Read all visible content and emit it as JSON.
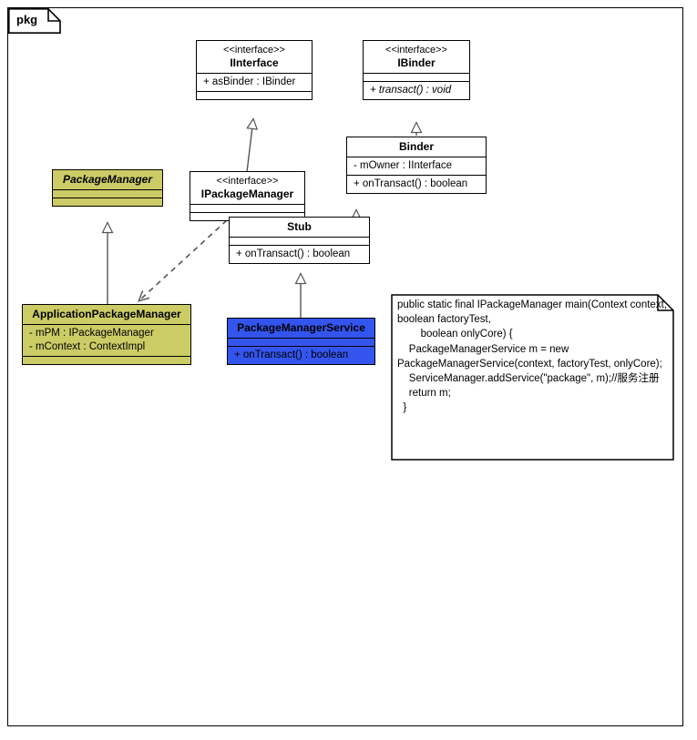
{
  "frame": {
    "label": "pkg"
  },
  "classes": [
    {
      "id": "iinterface",
      "name": "IInterface",
      "stereotype": "<<interface>>",
      "fill": "white",
      "members": [
        "+ asBinder : IBinder"
      ],
      "empty_compartments": 1
    },
    {
      "id": "ibinder",
      "name": "IBinder",
      "stereotype": "<<interface>>",
      "fill": "white",
      "members": [
        "+ transact() : void"
      ],
      "members_italic": true,
      "empty_compartments": 1
    },
    {
      "id": "binder",
      "name": "Binder",
      "stereotype": "",
      "fill": "white",
      "members": [
        "- mOwner : IInterface",
        "+ onTransact() : boolean"
      ]
    },
    {
      "id": "packagemanager",
      "name": "PackageManager",
      "stereotype": "",
      "fill": "#cccc66",
      "name_italic": true,
      "members": [],
      "empty_compartments": 2
    },
    {
      "id": "ipackagemanager",
      "name": "IPackageManager",
      "stereotype": "<<interface>>",
      "fill": "white",
      "members": [],
      "empty_compartments": 2
    },
    {
      "id": "stub",
      "name": "Stub",
      "stereotype": "",
      "fill": "white",
      "members": [
        "+ onTransact() : boolean"
      ],
      "empty_compartments": 1
    },
    {
      "id": "applicationpackagemanager",
      "name": "ApplicationPackageManager",
      "stereotype": "",
      "fill": "#cccc66",
      "members": [
        "- mPM : IPackageManager",
        "- mContext : ContextImpl"
      ],
      "empty_compartments": 1
    },
    {
      "id": "packagemanagerservice",
      "name": "PackageManagerService",
      "stereotype": "",
      "fill": "#3355ee",
      "members": [
        "+ onTransact() : boolean"
      ],
      "empty_compartments": 1
    }
  ],
  "note": {
    "id": "code-note",
    "text": "public static final IPackageManager main(Context context, boolean factoryTest,\n        boolean onlyCore) {\n    PackageManagerService m = new PackageManagerService(context, factoryTest, onlyCore);\n    ServiceManager.addService(\"package\", m);//服务注册\n    return m;\n  }"
  },
  "relations": [
    {
      "id": "rel-ipackagemanager-iinterface",
      "kind": "generalization",
      "from": "IPackageManager",
      "to": "IInterface"
    },
    {
      "id": "rel-binder-ibinder",
      "kind": "generalization",
      "from": "Binder",
      "to": "IBinder"
    },
    {
      "id": "rel-stub-binder",
      "kind": "generalization",
      "from": "Stub",
      "to": "Binder"
    },
    {
      "id": "rel-stub-ipackagemanager",
      "kind": "generalization",
      "from": "Stub",
      "to": "IPackageManager"
    },
    {
      "id": "rel-packagemanagerservice-stub",
      "kind": "generalization",
      "from": "PackageManagerService",
      "to": "Stub"
    },
    {
      "id": "rel-applicationpackagemanager-packagemanager",
      "kind": "generalization",
      "from": "ApplicationPackageManager",
      "to": "PackageManager"
    },
    {
      "id": "rel-ipackagemanager-applicationpackagemanager",
      "kind": "dependency",
      "from": "IPackageManager",
      "to": "ApplicationPackageManager"
    }
  ],
  "colors": {
    "olive": "#cccc66",
    "blue": "#3355ee",
    "line": "#555555",
    "border": "#000000"
  }
}
